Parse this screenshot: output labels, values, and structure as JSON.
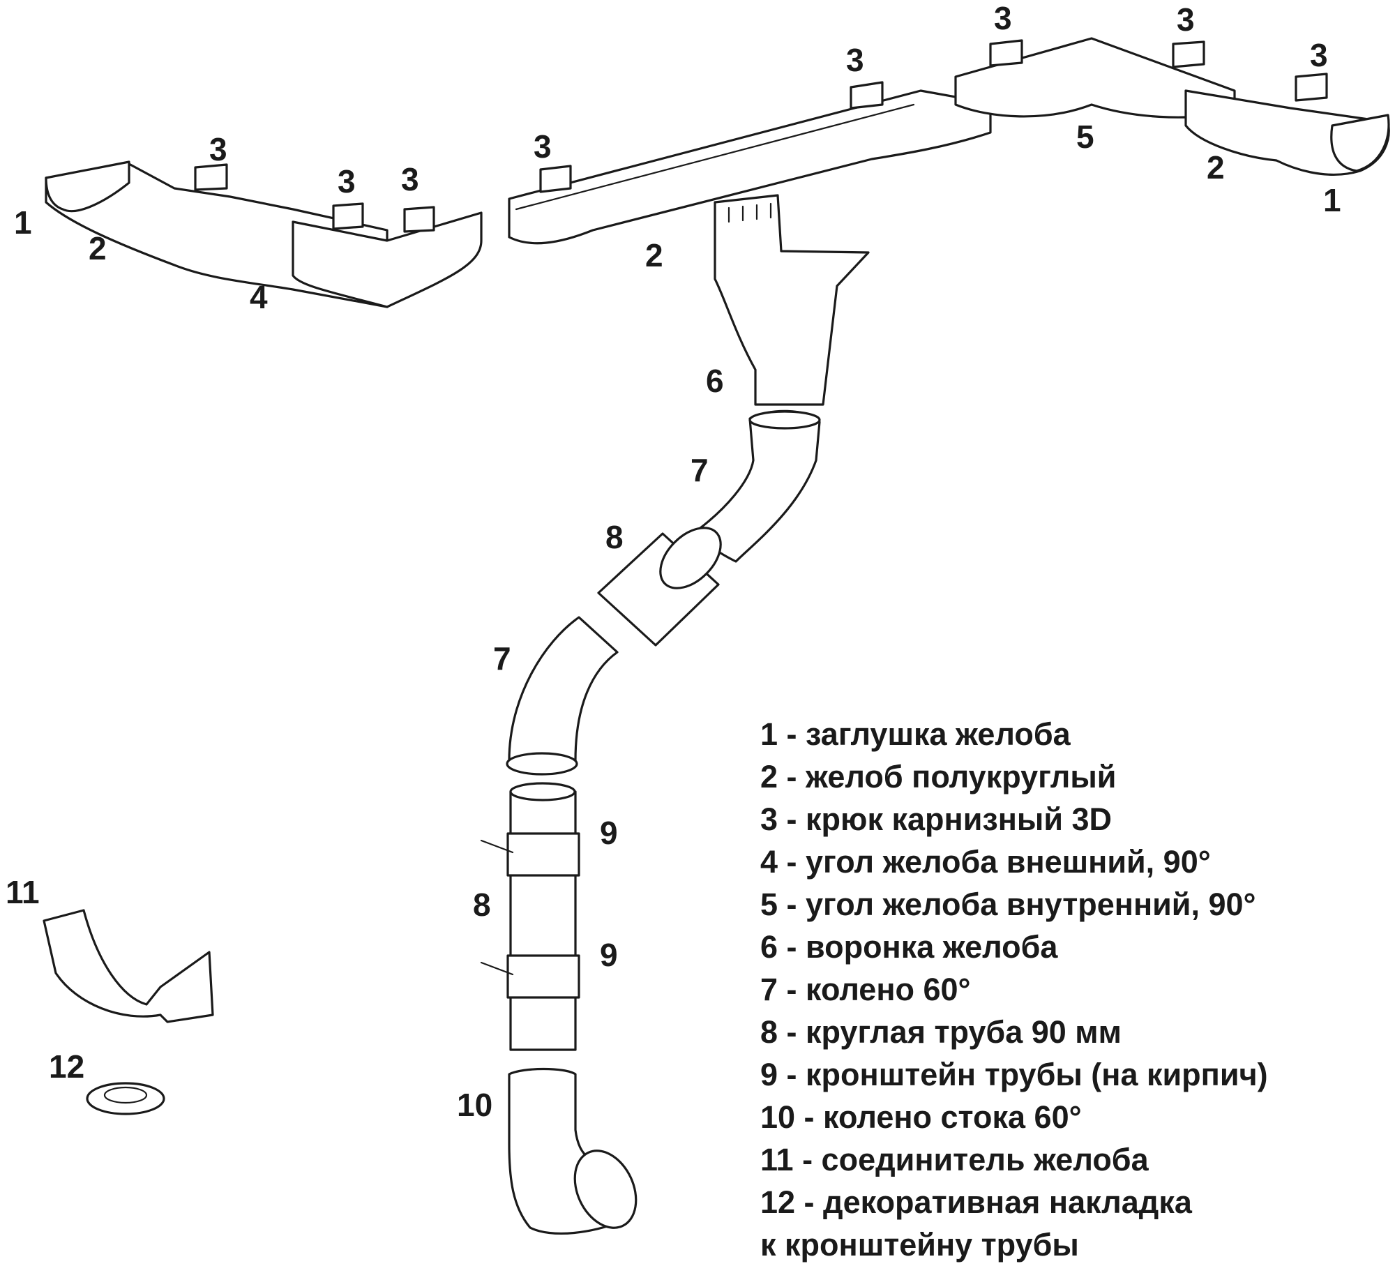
{
  "colors": {
    "line": "#1a1a1a",
    "background": "#ffffff"
  },
  "callouts": {
    "n1": "1",
    "n2": "2",
    "n3": "3",
    "n4": "4",
    "n5": "5",
    "n6": "6",
    "n7": "7",
    "n8": "8",
    "n9": "9",
    "n10": "10",
    "n11": "11",
    "n12": "12"
  },
  "legend": [
    "1 - заглушка желоба",
    "2 - желоб полукруглый",
    "3 - крюк карнизный 3D",
    "4 - угол желоба внешний, 90°",
    "5 - угол желоба внутренний, 90°",
    "6 - воронка желоба",
    "7 - колено 60°",
    "8 - круглая труба 90 мм",
    "9 - кронштейн трубы (на кирпич)",
    "10 - колено стока 60°",
    "11 - соединитель желоба",
    "12 - декоративная накладка",
    "к кронштейну трубы"
  ]
}
